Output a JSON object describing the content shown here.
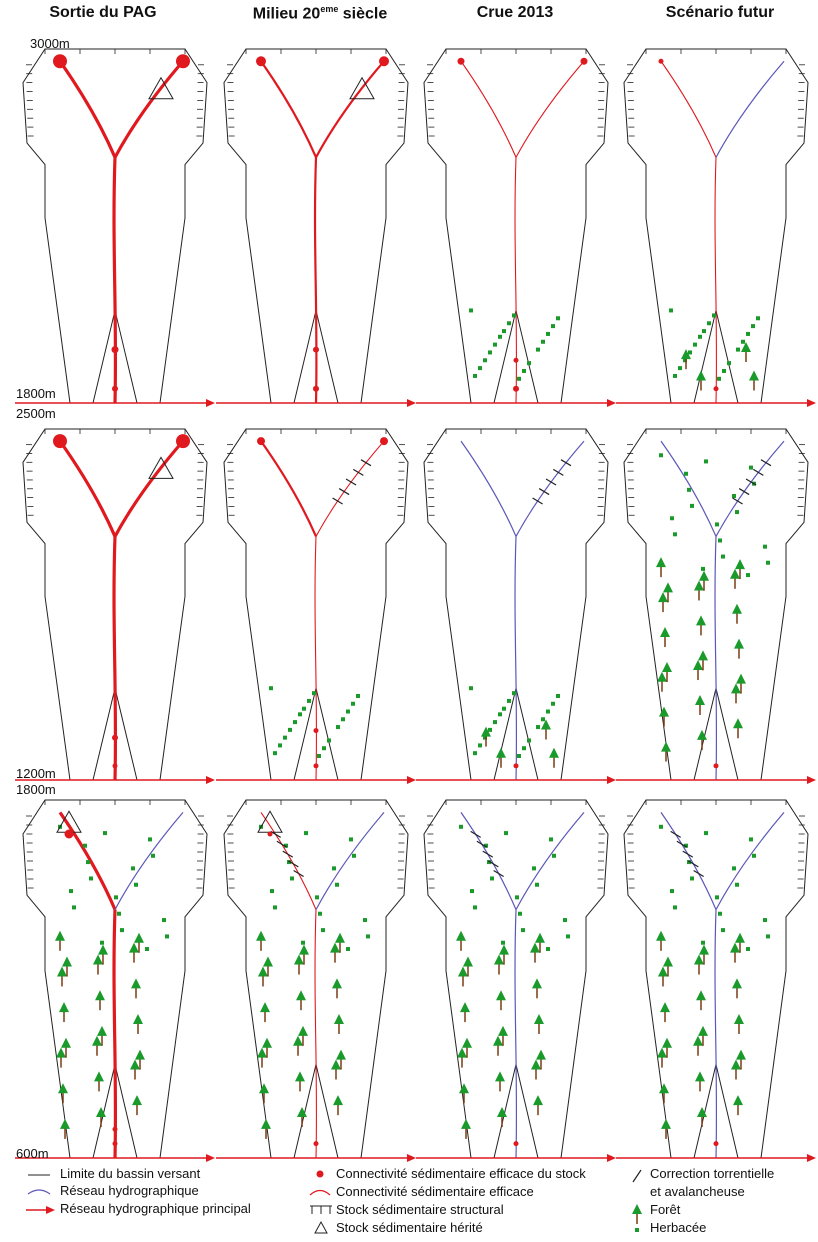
{
  "titles": {
    "col1": "Sortie du PAG",
    "col2_main": "Milieu 20",
    "col2_sup": "eme",
    "col2_tail": " siècle",
    "col3": "Crue 2013",
    "col4": "Scénario futur"
  },
  "altitudes": {
    "r1_top": "3000m",
    "r1_bottom": "1800m",
    "r2_top": "2500m",
    "r2_bottom": "1200m",
    "r3_top": "1800m",
    "r3_bottom": "600m"
  },
  "legend": {
    "limite": "Limite du bassin versant",
    "reseau": "Réseau hydrographique",
    "reseau_principal": "Réseau hydrographique principal",
    "connect_stock": "Connectivité sédimentaire efficace du stock",
    "connect": "Connectivité sédimentaire efficace",
    "stock_structural": "Stock sédimentaire structural",
    "stock_herite": "Stock sédimentaire hérité",
    "correction_1": "Correction torrentielle",
    "correction_2": "et avalancheuse",
    "foret": "Forêt",
    "herbacee": "Herbacée"
  },
  "colors": {
    "connectivity_red": "#e0191f",
    "network_blue": "#5b57b8",
    "vegetation_green": "#1a9a2a",
    "outline": "#222222"
  },
  "icons": {
    "stock": "red-dot-icon",
    "herite": "triangle-icon",
    "structural": "structural-stock-icon",
    "correction": "slash-icon",
    "foret": "tree-icon",
    "herbacee": "grass-dot-icon"
  }
}
